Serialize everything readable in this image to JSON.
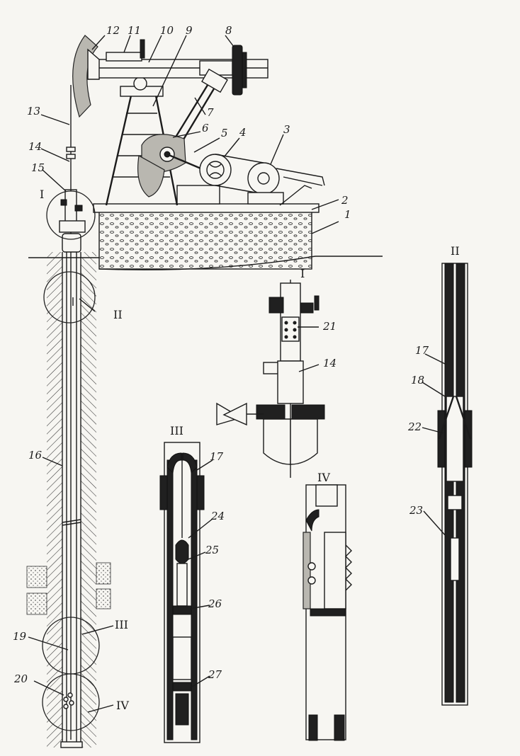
{
  "figure": {
    "labels": [
      "1",
      "2",
      "3",
      "4",
      "5",
      "6",
      "7",
      "8",
      "9",
      "10",
      "11",
      "12",
      "13",
      "14",
      "15",
      "16",
      "17",
      "18",
      "19",
      "20",
      "21",
      "22",
      "23",
      "24",
      "25",
      "26",
      "27"
    ],
    "detail_I": "I",
    "detail_II": "II",
    "detail_III": "III",
    "detail_IV": "IV",
    "detail_I_numbers": [
      "21",
      "14"
    ],
    "detail_II_numbers": [
      "17",
      "18",
      "22",
      "23"
    ],
    "detail_III_numbers": [
      "17",
      "24",
      "25",
      "26",
      "27"
    ]
  }
}
